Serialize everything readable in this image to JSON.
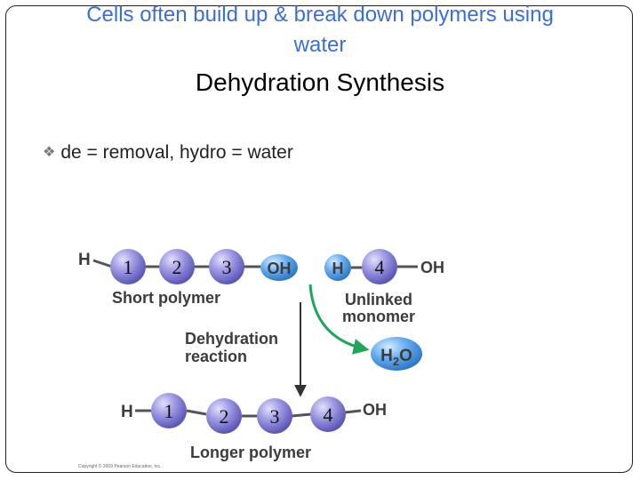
{
  "title_lines": [
    "Cells often build up & break down polymers using",
    "water"
  ],
  "subtitle": "Dehydration Synthesis",
  "bullet": "de = removal, hydro =  water",
  "diagram": {
    "h": "H",
    "oh": "OH",
    "short_polymer_label": "Short polymer",
    "unlinked_monomer_label": [
      "Unlinked",
      "monomer"
    ],
    "reaction_label": [
      "Dehydration",
      "reaction"
    ],
    "water": {
      "h": "H",
      "sub": "2",
      "o": "O"
    },
    "longer_polymer_label": "Longer polymer",
    "top_numbers": [
      "1",
      "2",
      "3",
      "4"
    ],
    "bottom_numbers": [
      "1",
      "2",
      "3",
      "4"
    ]
  },
  "copyright": "Copyright © 2009 Pearson Education, Inc.",
  "colors": {
    "title": "#3b6fd8",
    "monomer": "#8a86d8",
    "oh_circle": "#5aa4e2",
    "arrow_green": "#1ea65a"
  }
}
